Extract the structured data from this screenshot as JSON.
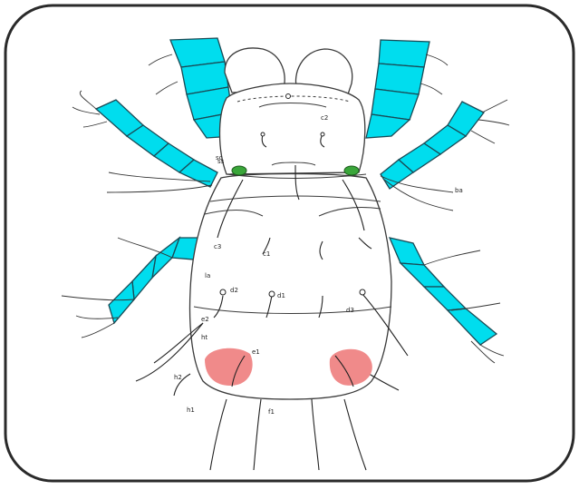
{
  "colors": {
    "frame": "#2a2a2a",
    "leg_fill": "#00ddee",
    "leg_stroke": "#1a4a55",
    "outline": "#3a3a3a",
    "pink_patch": "#f08a8a",
    "green_marker": "#3aa63a"
  },
  "labels": {
    "c2": "c2",
    "c1_left": "c3",
    "c1_right": "c1",
    "sc": "sc",
    "ba_right": "ba",
    "d2": "d2",
    "d1": "d1",
    "d3": "d3",
    "e1": "e1",
    "e2": "e2",
    "f1": "f1",
    "h1": "h1",
    "h2": "h2",
    "hs": "ht",
    "la": "la",
    "ss": "ss"
  }
}
